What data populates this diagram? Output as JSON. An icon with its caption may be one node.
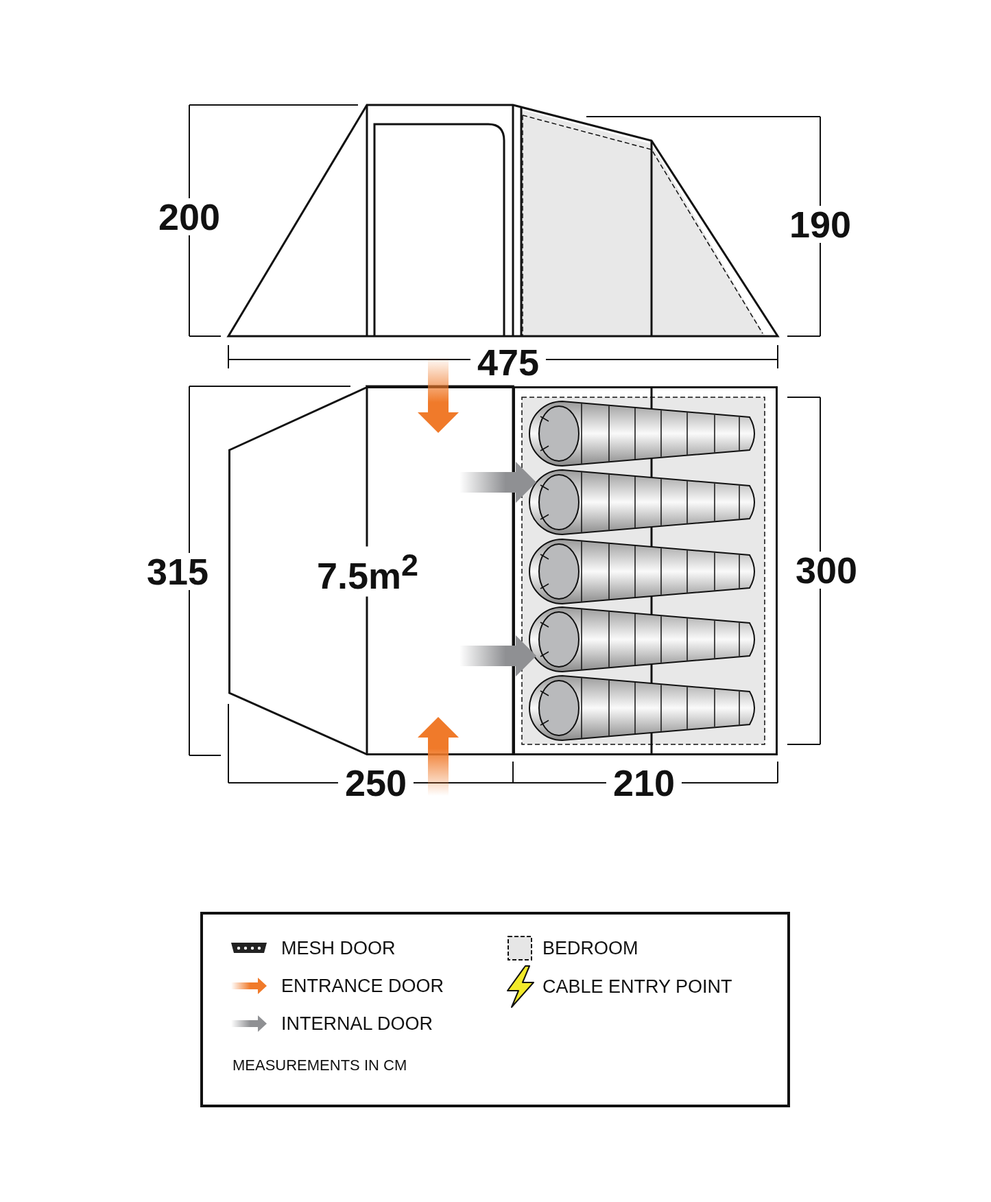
{
  "diagram": {
    "nodes": [
      {
        "text": [
          "7.5m$^{2}$"
        ]
      },
      {
        "text": [],
        "shape": "box"
      }
    ],
    "edges": [
      {
        "from": null,
        "to": 0,
        "arrow": "to",
        "style": "thick",
        "color": "#f07a2a"
      },
      {
        "from": 0,
        "to": 1,
        "arrow": "to",
        "style": "thick",
        "color": "#8f9093"
      },
      {
        "from": 0,
        "to": 1,
        "arrow": "to",
        "style": "thick",
        "color": "#8f9093"
      },
      {
        "from": null,
        "to": 0,
        "arrow": "to",
        "style": "thick",
        "color": "#f07a2a"
      }
    ],
    "labels": [
      "200",
      "190",
      "475",
      "315",
      "300",
      "250",
      "210",
      "MEASUREMENTS IN CM"
    ],
    "legend": [
      {
        "text": "MESH DOOR"
      },
      {
        "text": "ENTRANCE DOOR"
      },
      {
        "text": "INTERNAL DOOR"
      },
      {
        "text": "BEDROOM"
      },
      {
        "text": "CABLE ENTRY POINT"
      }
    ]
  }
}
